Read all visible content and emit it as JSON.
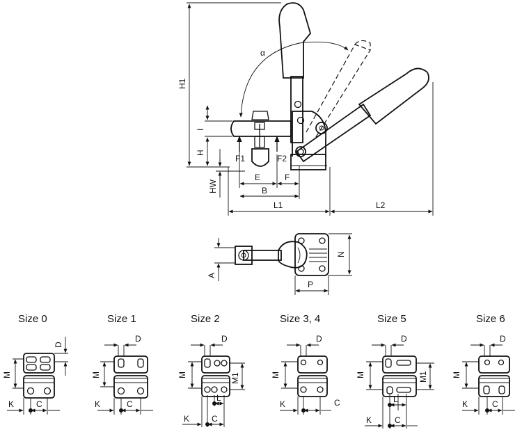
{
  "main_view": {
    "labels": {
      "H1": "H1",
      "alpha": "α",
      "I": "I",
      "H": "H",
      "HW": "HW",
      "F1": "F1",
      "F2": "F2",
      "E": "E",
      "F": "F",
      "B": "B",
      "L1": "L1",
      "L2": "L2"
    }
  },
  "top_view": {
    "labels": {
      "A": "A",
      "N": "N",
      "P": "P"
    }
  },
  "base_sizes": [
    {
      "title": "Size 0",
      "labels": [
        "D",
        "M",
        "K",
        "C"
      ]
    },
    {
      "title": "Size 1",
      "labels": [
        "D",
        "M",
        "K",
        "C"
      ]
    },
    {
      "title": "Size 2",
      "labels": [
        "D",
        "M",
        "M1",
        "L",
        "K",
        "C"
      ]
    },
    {
      "title": "Size 3, 4",
      "labels": [
        "D",
        "M",
        "K",
        "C"
      ]
    },
    {
      "title": "Size 5",
      "labels": [
        "D",
        "M",
        "M1",
        "L",
        "K",
        "C"
      ]
    },
    {
      "title": "Size 6",
      "labels": [
        "D",
        "M",
        "K",
        "C"
      ]
    }
  ]
}
